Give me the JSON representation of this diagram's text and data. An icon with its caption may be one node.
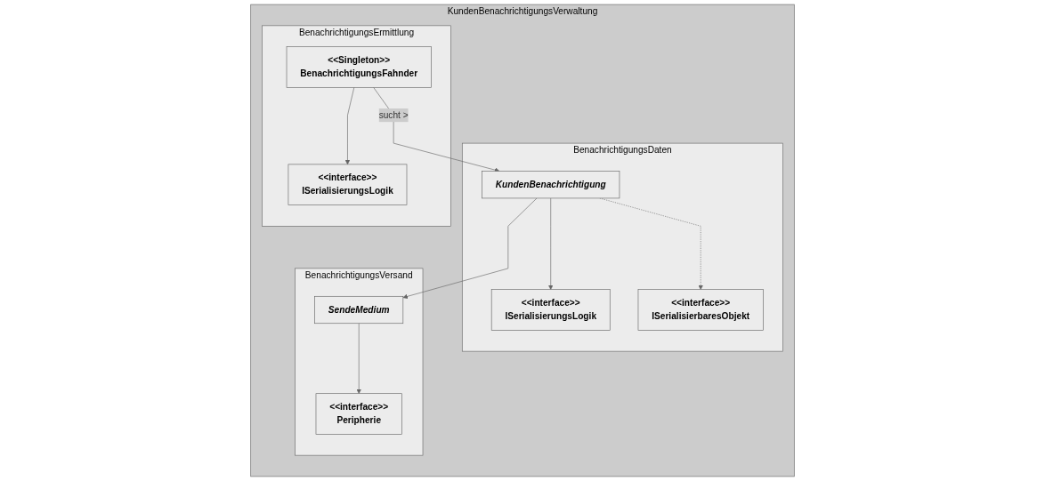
{
  "diagram": {
    "nodes": [
      {
        "text": [
          "KundenBenachrichtigungsVerwaltung"
        ]
      },
      {
        "text": [
          "BenachrichtigungsErmittlung"
        ],
        "in": 0
      },
      {
        "text": [
          "<<Singleton>>",
          "BenachrichtigungsFahnder"
        ],
        "in": 1
      },
      {
        "text": [
          "<<interface>>",
          "ISerialisierungsLogik"
        ],
        "in": 1
      },
      {
        "text": [
          "BenachrichtigungsDaten"
        ],
        "in": 0
      },
      {
        "text": [
          "KundenBenachrichtigung"
        ],
        "in": 4
      },
      {
        "text": [
          "<<interface>>",
          "ISerialisierungsLogik"
        ],
        "in": 4
      },
      {
        "text": [
          "<<interface>>",
          "ISerialisierbaresObjekt"
        ],
        "in": 4
      },
      {
        "text": [
          "BenachrichtigungsVersand"
        ],
        "in": 0
      },
      {
        "text": [
          "SendeMedium"
        ],
        "in": 8
      },
      {
        "text": [
          "<<interface>>",
          "Peripherie"
        ],
        "in": 8
      }
    ],
    "edges": [
      {
        "from": 2,
        "to": 5,
        "arrow": "to",
        "label": "sucht >"
      },
      {
        "from": 2,
        "to": 3,
        "arrow": "to"
      },
      {
        "from": 5,
        "to": 9,
        "arrow": "to"
      },
      {
        "from": 5,
        "to": 6,
        "arrow": "to"
      },
      {
        "from": 5,
        "to": 7,
        "arrow": "to",
        "style": "dashed"
      },
      {
        "from": 9,
        "to": 10,
        "arrow": "to"
      }
    ]
  }
}
